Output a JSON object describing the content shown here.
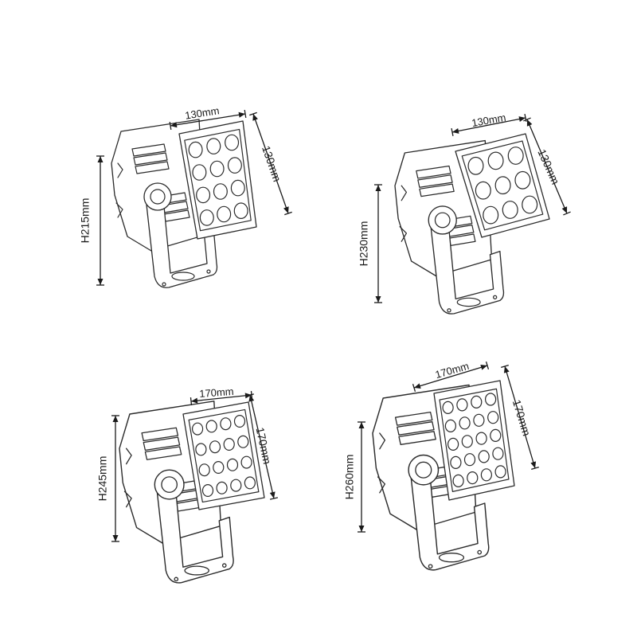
{
  "drawings": [
    {
      "id": "light-1",
      "height_label": "H215mm",
      "width_label": "130mm",
      "depth_label": "130mm",
      "led_rows": 4,
      "led_cols": 3
    },
    {
      "id": "light-2",
      "height_label": "H230mm",
      "width_label": "130mm",
      "depth_label": "130mm",
      "led_rows": 3,
      "led_cols": 3
    },
    {
      "id": "light-3",
      "height_label": "H245mm",
      "width_label": "170mm",
      "depth_label": "170mm",
      "led_rows": 4,
      "led_cols": 4
    },
    {
      "id": "light-4",
      "height_label": "H260mm",
      "width_label": "170mm",
      "depth_label": "170mm",
      "led_rows": 5,
      "led_cols": 4
    }
  ],
  "colors": {
    "line": "#2b2b2b",
    "background": "#ffffff"
  }
}
